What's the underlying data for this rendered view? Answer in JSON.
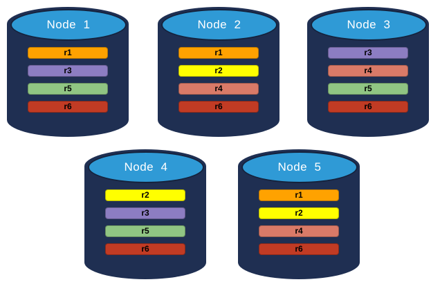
{
  "diagram": {
    "type": "database-replica-distribution",
    "colors": {
      "cylinder_body": "#1F2F52",
      "cylinder_rim": "#15223C",
      "cylinder_top": "#2F9AD6",
      "title_text": "#FFFFFF",
      "bar_text": "#000000",
      "replicas": {
        "r1": "#FFA200",
        "r2": "#FFFF00",
        "r3": "#8C7DC2",
        "r4": "#D97A68",
        "r5": "#90C583",
        "r6": "#C13B24"
      }
    },
    "nodes": [
      {
        "label": "Node  1",
        "replicas": [
          "r1",
          "r3",
          "r5",
          "r6"
        ]
      },
      {
        "label": "Node  2",
        "replicas": [
          "r1",
          "r2",
          "r4",
          "r6"
        ]
      },
      {
        "label": "Node  3",
        "replicas": [
          "r3",
          "r4",
          "r5",
          "r6"
        ]
      },
      {
        "label": "Node  4",
        "replicas": [
          "r2",
          "r3",
          "r5",
          "r6"
        ]
      },
      {
        "label": "Node  5",
        "replicas": [
          "r1",
          "r2",
          "r4",
          "r6"
        ]
      }
    ]
  }
}
